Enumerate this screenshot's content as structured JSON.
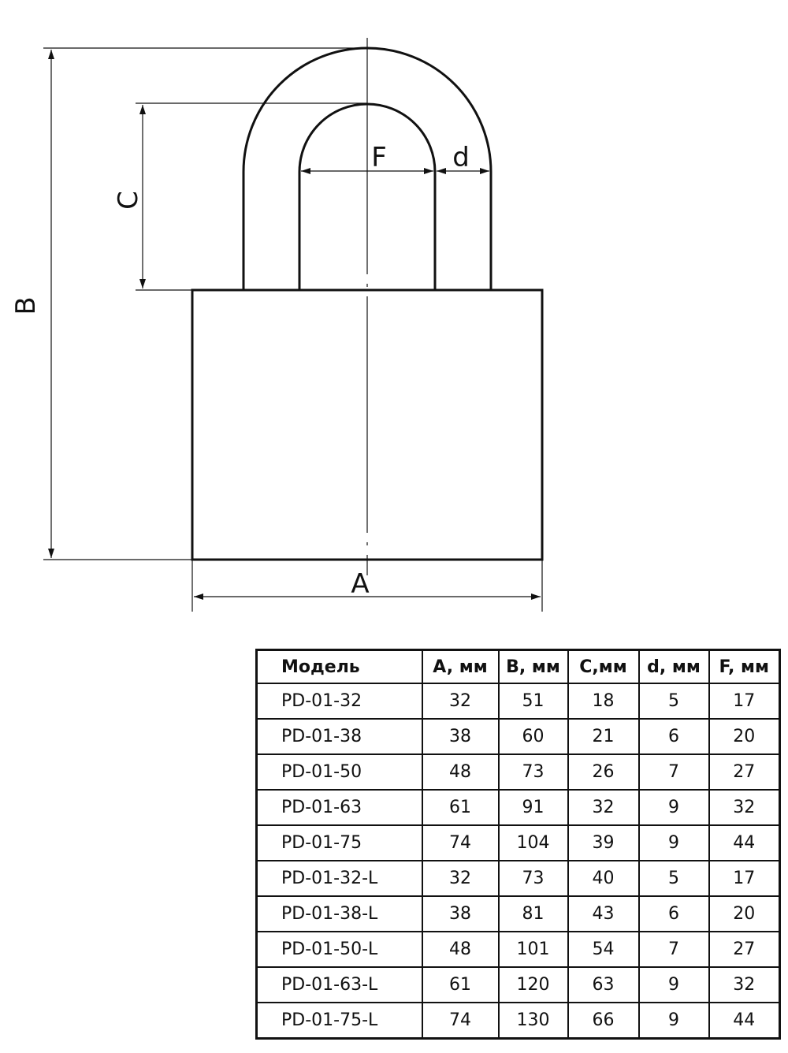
{
  "drawing": {
    "labels": {
      "A": "A",
      "B": "B",
      "C": "C",
      "d": "d",
      "F": "F"
    }
  },
  "table": {
    "headers": [
      "Модель",
      "A, мм",
      "B, мм",
      "C,мм",
      "d, мм",
      "F, мм"
    ],
    "rows": [
      [
        "PD-01-32",
        "32",
        "51",
        "18",
        "5",
        "17"
      ],
      [
        "PD-01-38",
        "38",
        "60",
        "21",
        "6",
        "20"
      ],
      [
        "PD-01-50",
        "48",
        "73",
        "26",
        "7",
        "27"
      ],
      [
        "PD-01-63",
        "61",
        "91",
        "32",
        "9",
        "32"
      ],
      [
        "PD-01-75",
        "74",
        "104",
        "39",
        "9",
        "44"
      ],
      [
        "PD-01-32-L",
        "32",
        "73",
        "40",
        "5",
        "17"
      ],
      [
        "PD-01-38-L",
        "38",
        "81",
        "43",
        "6",
        "20"
      ],
      [
        "PD-01-50-L",
        "48",
        "101",
        "54",
        "7",
        "27"
      ],
      [
        "PD-01-63-L",
        "61",
        "120",
        "63",
        "9",
        "32"
      ],
      [
        "PD-01-75-L",
        "74",
        "130",
        "66",
        "9",
        "44"
      ]
    ]
  }
}
